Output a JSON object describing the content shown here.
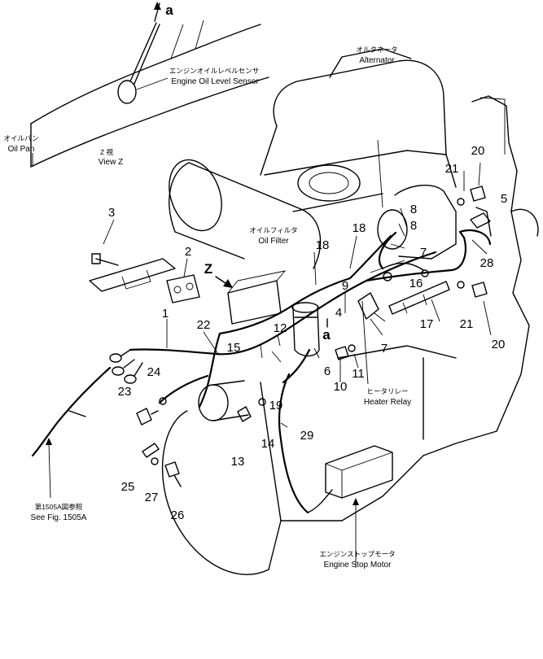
{
  "callouts": [
    {
      "id": "a-top",
      "text": "a"
    },
    {
      "id": "a-mid",
      "text": "a"
    },
    {
      "id": "1",
      "text": "1"
    },
    {
      "id": "2",
      "text": "2"
    },
    {
      "id": "3",
      "text": "3"
    },
    {
      "id": "4",
      "text": "4"
    },
    {
      "id": "5",
      "text": "5"
    },
    {
      "id": "6",
      "text": "6"
    },
    {
      "id": "7a",
      "text": "7"
    },
    {
      "id": "7b",
      "text": "7"
    },
    {
      "id": "8a",
      "text": "8"
    },
    {
      "id": "8b",
      "text": "8"
    },
    {
      "id": "9",
      "text": "9"
    },
    {
      "id": "10",
      "text": "10"
    },
    {
      "id": "11",
      "text": "11"
    },
    {
      "id": "12",
      "text": "12"
    },
    {
      "id": "13",
      "text": "13"
    },
    {
      "id": "14",
      "text": "14"
    },
    {
      "id": "15",
      "text": "15"
    },
    {
      "id": "16",
      "text": "16"
    },
    {
      "id": "17",
      "text": "17"
    },
    {
      "id": "18a",
      "text": "18"
    },
    {
      "id": "18b",
      "text": "18"
    },
    {
      "id": "19",
      "text": "19"
    },
    {
      "id": "20a",
      "text": "20"
    },
    {
      "id": "20b",
      "text": "20"
    },
    {
      "id": "21a",
      "text": "21"
    },
    {
      "id": "21b",
      "text": "21"
    },
    {
      "id": "22",
      "text": "22"
    },
    {
      "id": "23",
      "text": "23"
    },
    {
      "id": "24",
      "text": "24"
    },
    {
      "id": "25",
      "text": "25"
    },
    {
      "id": "26",
      "text": "26"
    },
    {
      "id": "27",
      "text": "27"
    },
    {
      "id": "28",
      "text": "28"
    },
    {
      "id": "29",
      "text": "29"
    }
  ],
  "view_arrow": {
    "text": "Z"
  },
  "labels": {
    "oil_level_sensor": {
      "jp": "エンジンオイルレベルセンサ",
      "en": "Engine Oil Level Sensor"
    },
    "oil_pan": {
      "jp": "オイルパン",
      "en": "Oil Pan"
    },
    "view_z": {
      "jp": "Z 視",
      "en": "View Z"
    },
    "alternator": {
      "jp": "オルタネータ",
      "en": "Alternator"
    },
    "oil_filter": {
      "jp": "オイルフィルタ",
      "en": "Oil Filter"
    },
    "heater_relay": {
      "jp": "ヒータリレー",
      "en": "Heater Relay"
    },
    "see_fig": {
      "jp": "第1505A図参照",
      "en": "See Fig. 1505A"
    },
    "engine_stop_motor": {
      "jp": "エンジンストップモータ",
      "en": "Engine Stop Motor"
    }
  }
}
